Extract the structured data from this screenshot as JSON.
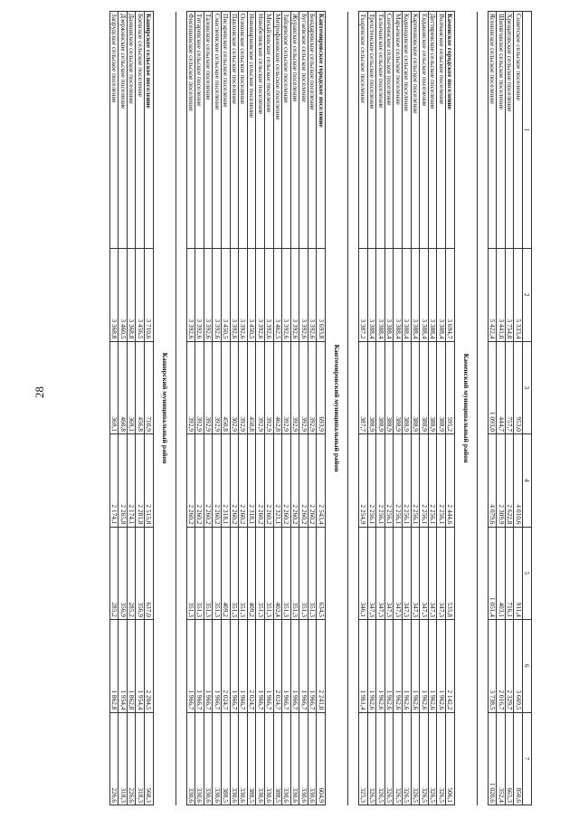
{
  "page_number": "28",
  "headers": [
    "1",
    "2",
    "3",
    "4",
    "5",
    "6",
    "7"
  ],
  "sections": [
    {
      "title": "",
      "rows": [
        [
          "Советское сельское поселение",
          "5 333,4",
          "953,0",
          "4 010,6",
          "911,4",
          "3 669,5",
          "850,6"
        ],
        [
          "Хрещатовское сельское поселение",
          "3 754,0",
          "757,7",
          "2 622,8",
          "716,1",
          "2 329,7",
          "665,3"
        ],
        [
          "Шипяговское сельское поселение",
          "3 441,0",
          "444,7",
          "2 309,9",
          "403,1",
          "2 016,7",
          "352,4"
        ],
        [
          "Ясеновское сельское поселение",
          "5 422,4",
          "1 093,0",
          "4 079,6",
          "1 051,4",
          "3 738,5",
          "1 020,6"
        ]
      ]
    },
    {
      "title": "Каменский муниципальный район",
      "rows": [
        [
          "Каменское городское поселение",
          "3 694,7",
          "595,2",
          "2 444,6",
          "535,8",
          "2 142,2",
          "506,1"
        ],
        [
          "Волчанское сельское поселение",
          "3 388,4",
          "388,9",
          "2 256,1",
          "347,3",
          "1 962,6",
          "326,5"
        ],
        [
          "Дегтяревское сельское поселение",
          "3 388,4",
          "388,9",
          "2 256,1",
          "347,3",
          "1 962,6",
          "326,5"
        ],
        [
          "Евдаковское сельское поселение",
          "3 388,4",
          "388,9",
          "2 256,1",
          "347,3",
          "1 962,6",
          "326,5"
        ],
        [
          "Карпенковское сельское поселение",
          "3 388,4",
          "388,9",
          "2 256,1",
          "347,3",
          "1 962,6",
          "326,5"
        ],
        [
          "Кодинцовское сельское поселение",
          "3 388,4",
          "388,9",
          "2 256,1",
          "347,3",
          "1 962,6",
          "326,5"
        ],
        [
          "Марьевское сельское поселение",
          "3 388,4",
          "388,9",
          "2 256,1",
          "347,3",
          "1 962,6",
          "326,5"
        ],
        [
          "Сончинское сельское поселение",
          "3 388,4",
          "388,9",
          "2 256,1",
          "347,3",
          "1 962,6",
          "326,5"
        ],
        [
          "Талычанское сельское поселение",
          "3 388,4",
          "388,9",
          "2 256,1",
          "347,3",
          "1 962,6",
          "326,5"
        ],
        [
          "Трехстенское сельское поселение",
          "3 388,4",
          "388,9",
          "2 256,1",
          "347,3",
          "1 962,6",
          "326,5"
        ],
        [
          "Тхоревское сельское поселение",
          "3 387,2",
          "387,7",
          "2 254,9",
          "346,1",
          "1 961,4",
          "325,3"
        ]
      ]
    },
    {
      "title": "Кантемировский муниципальный район",
      "rows": [
        [
          "Кантемировское городское поселение",
          "3 693,8",
          "693,9",
          "2 543,4",
          "634,5",
          "2 241,0",
          "604,9"
        ],
        [
          "Бондаревское сельское поселение",
          "3 392,6",
          "392,9",
          "2 260,2",
          "351,3",
          "1 966,7",
          "330,6"
        ],
        [
          "Бугаевское сельское поселение",
          "3 392,6",
          "392,9",
          "2 260,2",
          "351,3",
          "1 966,7",
          "330,6"
        ],
        [
          "Журавское сельское поселение",
          "3 392,6",
          "392,9",
          "2 260,2",
          "351,3",
          "1 966,7",
          "330,6"
        ],
        [
          "Зайцевское сельское поселение",
          "3 392,6",
          "392,9",
          "2 260,2",
          "351,3",
          "1 966,7",
          "330,6"
        ],
        [
          "Митрофановское сельское поселение",
          "3 462,5",
          "462,8",
          "2 321,1",
          "402,4",
          "2 024,7",
          "388,5"
        ],
        [
          "Михайловское сельское поселение",
          "3 392,6",
          "392,9",
          "2 260,2",
          "351,3",
          "1 966,7",
          "330,6"
        ],
        [
          "Новобелянское сельское поселение",
          "3 392,6",
          "392,9",
          "2 260,2",
          "351,3",
          "1 966,7",
          "330,6"
        ],
        [
          "Новомарковское сельское поселение",
          "3 450,5",
          "450,8",
          "2 318,1",
          "409,2",
          "2 024,7",
          "388,5"
        ],
        [
          "Осиковское сельское поселение",
          "3 392,6",
          "392,9",
          "2 260,2",
          "351,3",
          "1 966,7",
          "330,6"
        ],
        [
          "Павловское сельское поселение",
          "3 392,6",
          "302,9",
          "2 260,2",
          "351,3",
          "1 966,7",
          "330,6"
        ],
        [
          "Писаревское сельское поселение",
          "3 450,5",
          "450,8",
          "2 318,1",
          "409,2",
          "2 024,7",
          "388,5"
        ],
        [
          "Смаглеевское сельское поселение",
          "3 392,6",
          "392,9",
          "2 260,2",
          "351,3",
          "1 966,7",
          "330,6"
        ],
        [
          "Таловское сельское поселение",
          "3 392,6",
          "392,9",
          "2 260,2",
          "351,3",
          "1 966,7",
          "330,6"
        ],
        [
          "Титаревское сельское поселение",
          "3 392,6",
          "392,9",
          "2 260,2",
          "351,3",
          "1 966,7",
          "330,6"
        ],
        [
          "Фисенковское сельское поселение",
          "3 392,6",
          "392,9",
          "2 260,2",
          "351,3",
          "1 966,7",
          "330,6"
        ]
      ]
    },
    {
      "title": "Каширский муниципальный район",
      "rows": [
        [
          "Каширское сельское поселение",
          "3 710,6",
          "710,9",
          "2 515,8",
          "637,0",
          "2 204,5",
          "568,3"
        ],
        [
          "Боевское сельское поселение",
          "3 456,5",
          "456,8",
          "2 281,8",
          "356,9",
          "1 954,4",
          "318,3"
        ],
        [
          "Данковское сельское поселение",
          "3 368,8",
          "369,1",
          "2 174,1",
          "285,2",
          "1 862,8",
          "226,6"
        ],
        [
          "Дзержинское сельское поселение",
          "3 460,5",
          "460,8",
          "2 265,8",
          "356,9",
          "1 954,4",
          "318,3"
        ],
        [
          "Запрудское сельское поселение",
          "3 368,8",
          "369,1",
          "2 174,1",
          "285,2",
          "1 862,8",
          "226,6"
        ]
      ]
    }
  ]
}
